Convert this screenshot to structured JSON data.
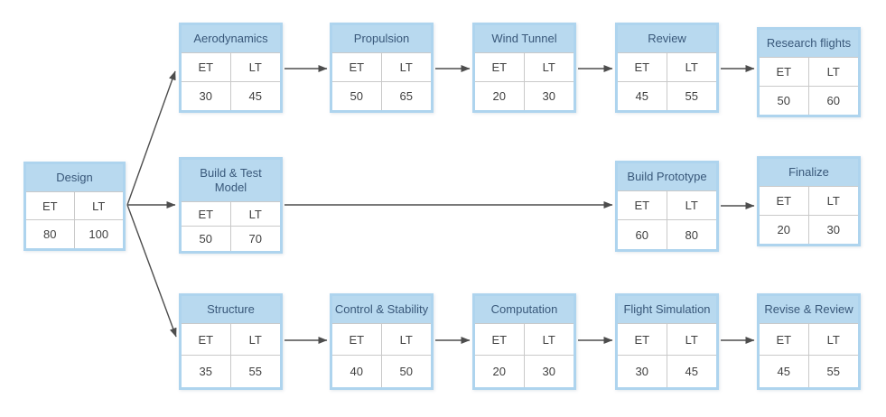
{
  "diagram_type": "pert-chart",
  "labels": {
    "et": "ET",
    "lt": "LT"
  },
  "colors": {
    "node_border": "#aed4ee",
    "header_background": "#b8d9ef",
    "header_text": "#39587a",
    "cell_text": "#404040",
    "grid_line": "#c9c9c9",
    "connector": "#4d4d4d",
    "background": "#ffffff"
  },
  "nodes": {
    "design": {
      "title": "Design",
      "et": "80",
      "lt": "100"
    },
    "aerodynamics": {
      "title": "Aerodynamics",
      "et": "30",
      "lt": "45"
    },
    "propulsion": {
      "title": "Propulsion",
      "et": "50",
      "lt": "65"
    },
    "wind_tunnel": {
      "title": "Wind Tunnel",
      "et": "20",
      "lt": "30"
    },
    "review": {
      "title": "Review",
      "et": "45",
      "lt": "55"
    },
    "research_flights": {
      "title": "Research flights",
      "et": "50",
      "lt": "60"
    },
    "build_test_model": {
      "title": "Build & Test Model",
      "et": "50",
      "lt": "70"
    },
    "build_prototype": {
      "title": "Build Prototype",
      "et": "60",
      "lt": "80"
    },
    "finalize": {
      "title": "Finalize",
      "et": "20",
      "lt": "30"
    },
    "structure": {
      "title": "Structure",
      "et": "35",
      "lt": "55"
    },
    "control_stability": {
      "title": "Control & Stability",
      "et": "40",
      "lt": "50"
    },
    "computation": {
      "title": "Computation",
      "et": "20",
      "lt": "30"
    },
    "flight_simulation": {
      "title": "Flight Simulation",
      "et": "30",
      "lt": "45"
    },
    "revise_review": {
      "title": "Revise & Review",
      "et": "45",
      "lt": "55"
    }
  },
  "connections": [
    {
      "from": "design",
      "to": "aerodynamics"
    },
    {
      "from": "design",
      "to": "build_test_model"
    },
    {
      "from": "design",
      "to": "structure"
    },
    {
      "from": "aerodynamics",
      "to": "propulsion"
    },
    {
      "from": "propulsion",
      "to": "wind_tunnel"
    },
    {
      "from": "wind_tunnel",
      "to": "review"
    },
    {
      "from": "review",
      "to": "research_flights"
    },
    {
      "from": "build_test_model",
      "to": "build_prototype"
    },
    {
      "from": "build_prototype",
      "to": "finalize"
    },
    {
      "from": "structure",
      "to": "control_stability"
    },
    {
      "from": "control_stability",
      "to": "computation"
    },
    {
      "from": "computation",
      "to": "flight_simulation"
    },
    {
      "from": "flight_simulation",
      "to": "revise_review"
    }
  ]
}
